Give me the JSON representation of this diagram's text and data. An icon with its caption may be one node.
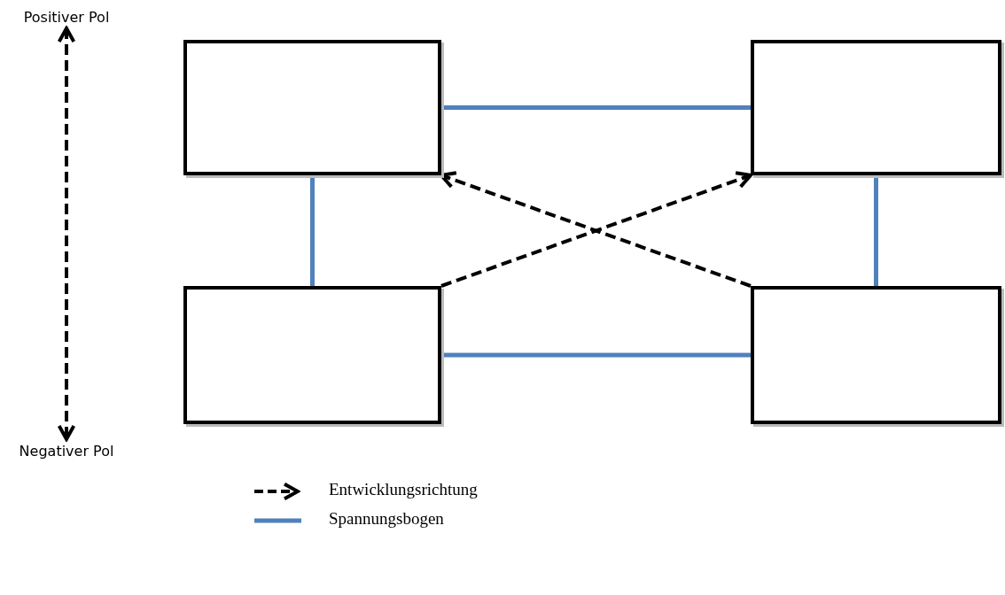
{
  "diagram": {
    "nodes": [
      {
        "text": [
          "Positiver Pol"
        ]
      },
      {
        "text": [
          "Negativer Pol"
        ]
      },
      {
        "text": [],
        "shape": "box"
      },
      {
        "text": [],
        "shape": "box"
      },
      {
        "text": [],
        "shape": "box"
      },
      {
        "text": [],
        "shape": "box"
      }
    ],
    "edges": [
      {
        "from": 0,
        "to": 1,
        "arrow": "both",
        "style": "dashed",
        "color": "#000000"
      },
      {
        "from": 2,
        "to": 3,
        "arrow": "none"
      },
      {
        "from": 2,
        "to": 4,
        "arrow": "none"
      },
      {
        "from": 3,
        "to": 5,
        "arrow": "none"
      },
      {
        "from": 4,
        "to": 5,
        "arrow": "none"
      },
      {
        "from": 4,
        "to": 3,
        "arrow": "to",
        "style": "dashed",
        "color": "#000000"
      },
      {
        "from": 5,
        "to": 2,
        "arrow": "to",
        "style": "dashed",
        "color": "#000000"
      }
    ],
    "legend": [
      {
        "text": "Entwicklungsrichtung"
      },
      {
        "text": "Spannungsbogen"
      }
    ]
  }
}
